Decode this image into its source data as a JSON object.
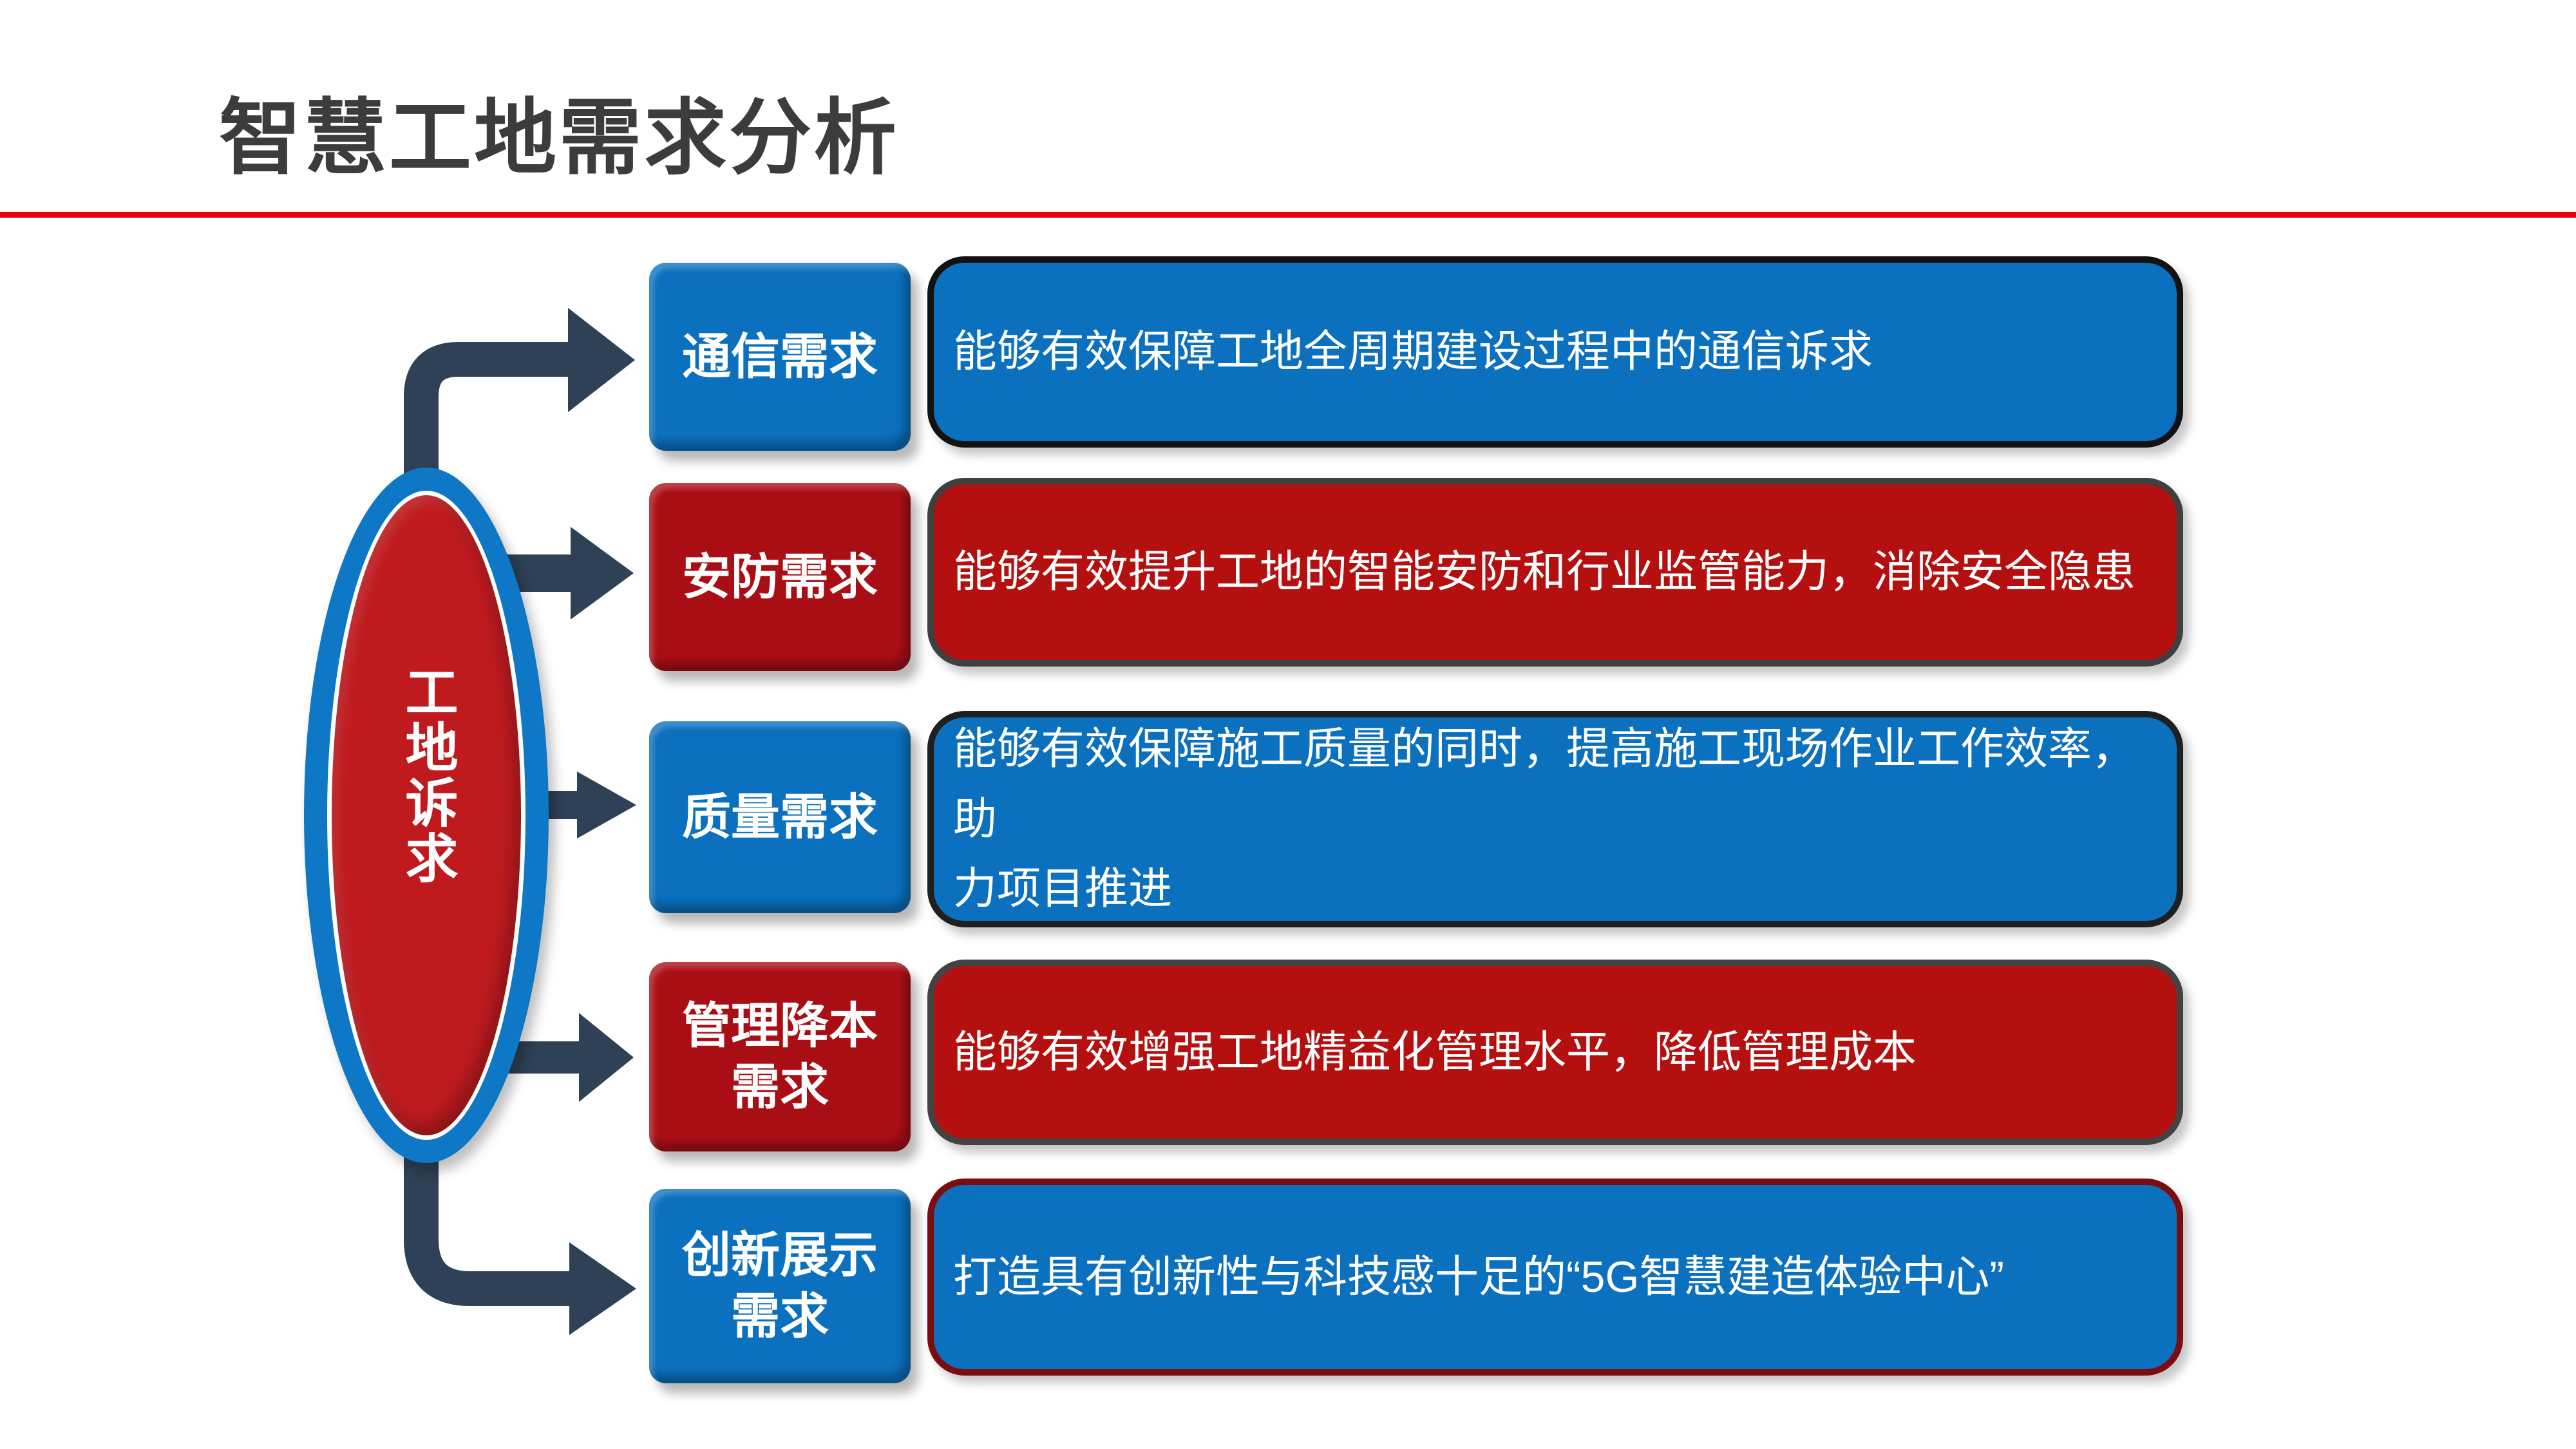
{
  "slide": {
    "title": "智慧工地需求分析"
  },
  "colors": {
    "title": "#3c3c3c",
    "rule": "#e8000d",
    "arrow": "#2e4156",
    "ring_blue": "#0e77c6",
    "hub_red": "#bf1b1f",
    "box_blue": "#0b70bd",
    "box_red": "#b3100f",
    "label_red": "#aa0e15"
  },
  "hub": {
    "label": "工地诉求"
  },
  "rows": [
    {
      "label": "通信需求",
      "desc": "能够有效保障工地全周期建设过程中的通信诉求",
      "scheme": "blue",
      "label_fill": "#0b70bd",
      "desc_fill": "#0b70bd",
      "desc_border": "#121212"
    },
    {
      "label": "安防需求",
      "desc": "能够有效提升工地的智能安防和行业监管能力，消除安全隐患",
      "scheme": "red",
      "label_fill": "#aa0e15",
      "desc_fill": "#b3100f",
      "desc_border": "#3f3f3f"
    },
    {
      "label": "质量需求",
      "desc": "能够有效保障施工质量的同时，提高施工现场作业工作效率，助\n力项目推进",
      "scheme": "blue",
      "label_fill": "#0b70bd",
      "desc_fill": "#0b70bd",
      "desc_border": "#1f1f1f"
    },
    {
      "label": "管理降本\n需求",
      "desc": "能够有效增强工地精益化管理水平，降低管理成本",
      "scheme": "red",
      "label_fill": "#aa0e15",
      "desc_fill": "#b3100f",
      "desc_border": "#434343"
    },
    {
      "label": "创新展示\n需求",
      "desc": "打造具有创新性与科技感十足的“5G智慧建造体验中心”",
      "scheme": "blue",
      "label_fill": "#0b70bd",
      "desc_fill": "#0b70bd",
      "desc_border": "#7b0c10"
    }
  ]
}
